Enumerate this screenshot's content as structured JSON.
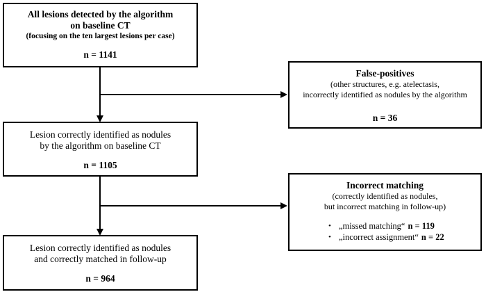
{
  "colors": {
    "background": "#ffffff",
    "line": "#000000",
    "text": "#000000"
  },
  "bullet_char": "•",
  "flowchart": {
    "top_box": {
      "line1": "All lesions detected by the algorithm",
      "line2": "on baseline CT",
      "line3": "(focusing on the ten largest lesions per case)",
      "n": "n = 1141"
    },
    "false_positives_box": {
      "title": "False-positives",
      "line1": "(other structures, e.g. atelectasis,",
      "line2": "incorrectly identified as nodules by the algorithm",
      "n": "n = 36"
    },
    "identified_box": {
      "line1": "Lesion correctly identified as nodules",
      "line2": "by the algorithm on baseline CT",
      "n": "n = 1105"
    },
    "incorrect_matching_box": {
      "title": "Incorrect matching",
      "line1": "(correctly identified as nodules,",
      "line2": "but incorrect matching in follow-up)",
      "bullets": [
        {
          "label": "„missed matching“",
          "value": "n = 119"
        },
        {
          "label": "„incorrect assignment“",
          "value": "n = 22"
        }
      ]
    },
    "matched_box": {
      "line1": "Lesion correctly identified as nodules",
      "line2": "and correctly matched in follow-up",
      "n": "n = 964"
    }
  }
}
